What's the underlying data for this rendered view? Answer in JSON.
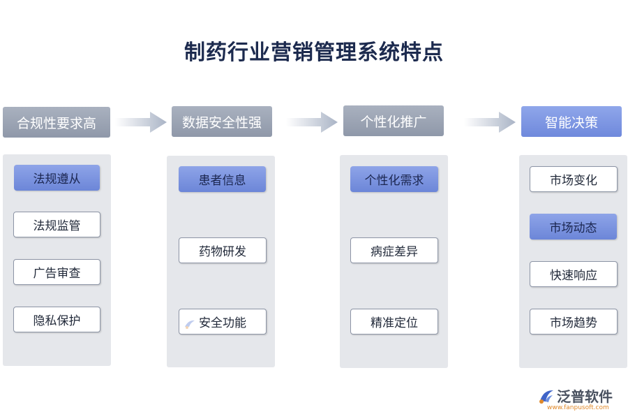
{
  "title": "制药行业营销管理系统特点",
  "columns": [
    {
      "header": "合规性要求高",
      "items": [
        {
          "label": "法规遵从",
          "highlight": true
        },
        {
          "label": "法规监管",
          "highlight": false
        },
        {
          "label": "广告审查",
          "highlight": false
        },
        {
          "label": "隐私保护",
          "highlight": false
        }
      ]
    },
    {
      "header": "数据安全性强",
      "items": [
        {
          "label": "患者信息",
          "highlight": true
        },
        {
          "label": "药物研发",
          "highlight": false
        },
        {
          "label": "安全功能",
          "highlight": false
        }
      ]
    },
    {
      "header": "个性化推广",
      "items": [
        {
          "label": "个性化需求",
          "highlight": true
        },
        {
          "label": "病症差异",
          "highlight": false
        },
        {
          "label": "精准定位",
          "highlight": false
        }
      ]
    },
    {
      "header": "智能决策",
      "header_highlight": true,
      "items": [
        {
          "label": "市场变化",
          "highlight": false
        },
        {
          "label": "市场动态",
          "highlight": true
        },
        {
          "label": "快速响应",
          "highlight": false
        },
        {
          "label": "市场趋势",
          "highlight": false
        }
      ]
    }
  ],
  "brand": {
    "name": "泛普软件",
    "url": "www.fanpusoft.com",
    "icon": "fanpu-logo-icon"
  },
  "colors": {
    "header_gray": "#9aa2b2",
    "highlight_blue": "#7b93e0",
    "panel_bg": "#e5e7eb",
    "arrow": "#bcc6d6",
    "brand_orange": "#e0892a"
  }
}
